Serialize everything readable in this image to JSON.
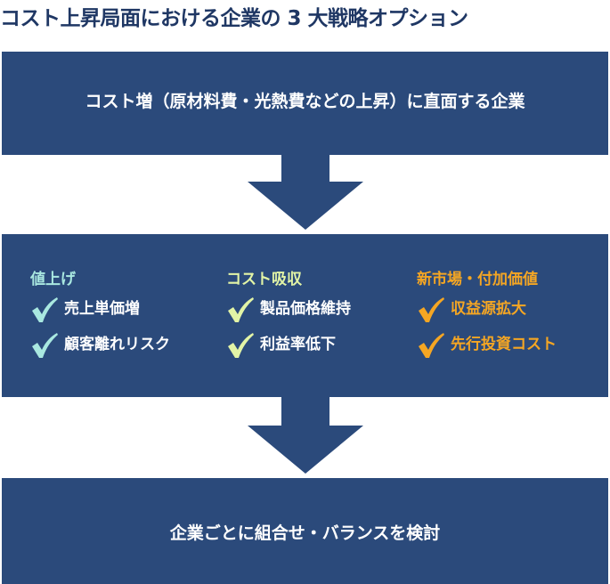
{
  "title": "コスト上昇局面における企業の 3 大戦略オプション",
  "top_box": "コスト増（原材料費・光熱費などの上昇）に直面する企業",
  "columns": [
    {
      "heading": "値上げ",
      "color": "#a9e8e0",
      "items": [
        "売上単価増",
        "顧客離れリスク"
      ]
    },
    {
      "heading": "コスト吸収",
      "color": "#e2f4a6",
      "items": [
        "製品価格維持",
        "利益率低下"
      ]
    },
    {
      "heading": "新市場・付加価値",
      "color": "#f5a623",
      "items": [
        "収益源拡大",
        "先行投資コスト"
      ]
    }
  ],
  "bottom_box": "企業ごとに組合せ・バランスを検討",
  "colors": {
    "box": "#2b4a7b",
    "title": "#1f3764",
    "check_teal": "#a9e8e0",
    "check_lime": "#e2f4a6",
    "check_orange": "#f5a623"
  },
  "icons": [
    "check-icon",
    "down-arrow-icon"
  ]
}
